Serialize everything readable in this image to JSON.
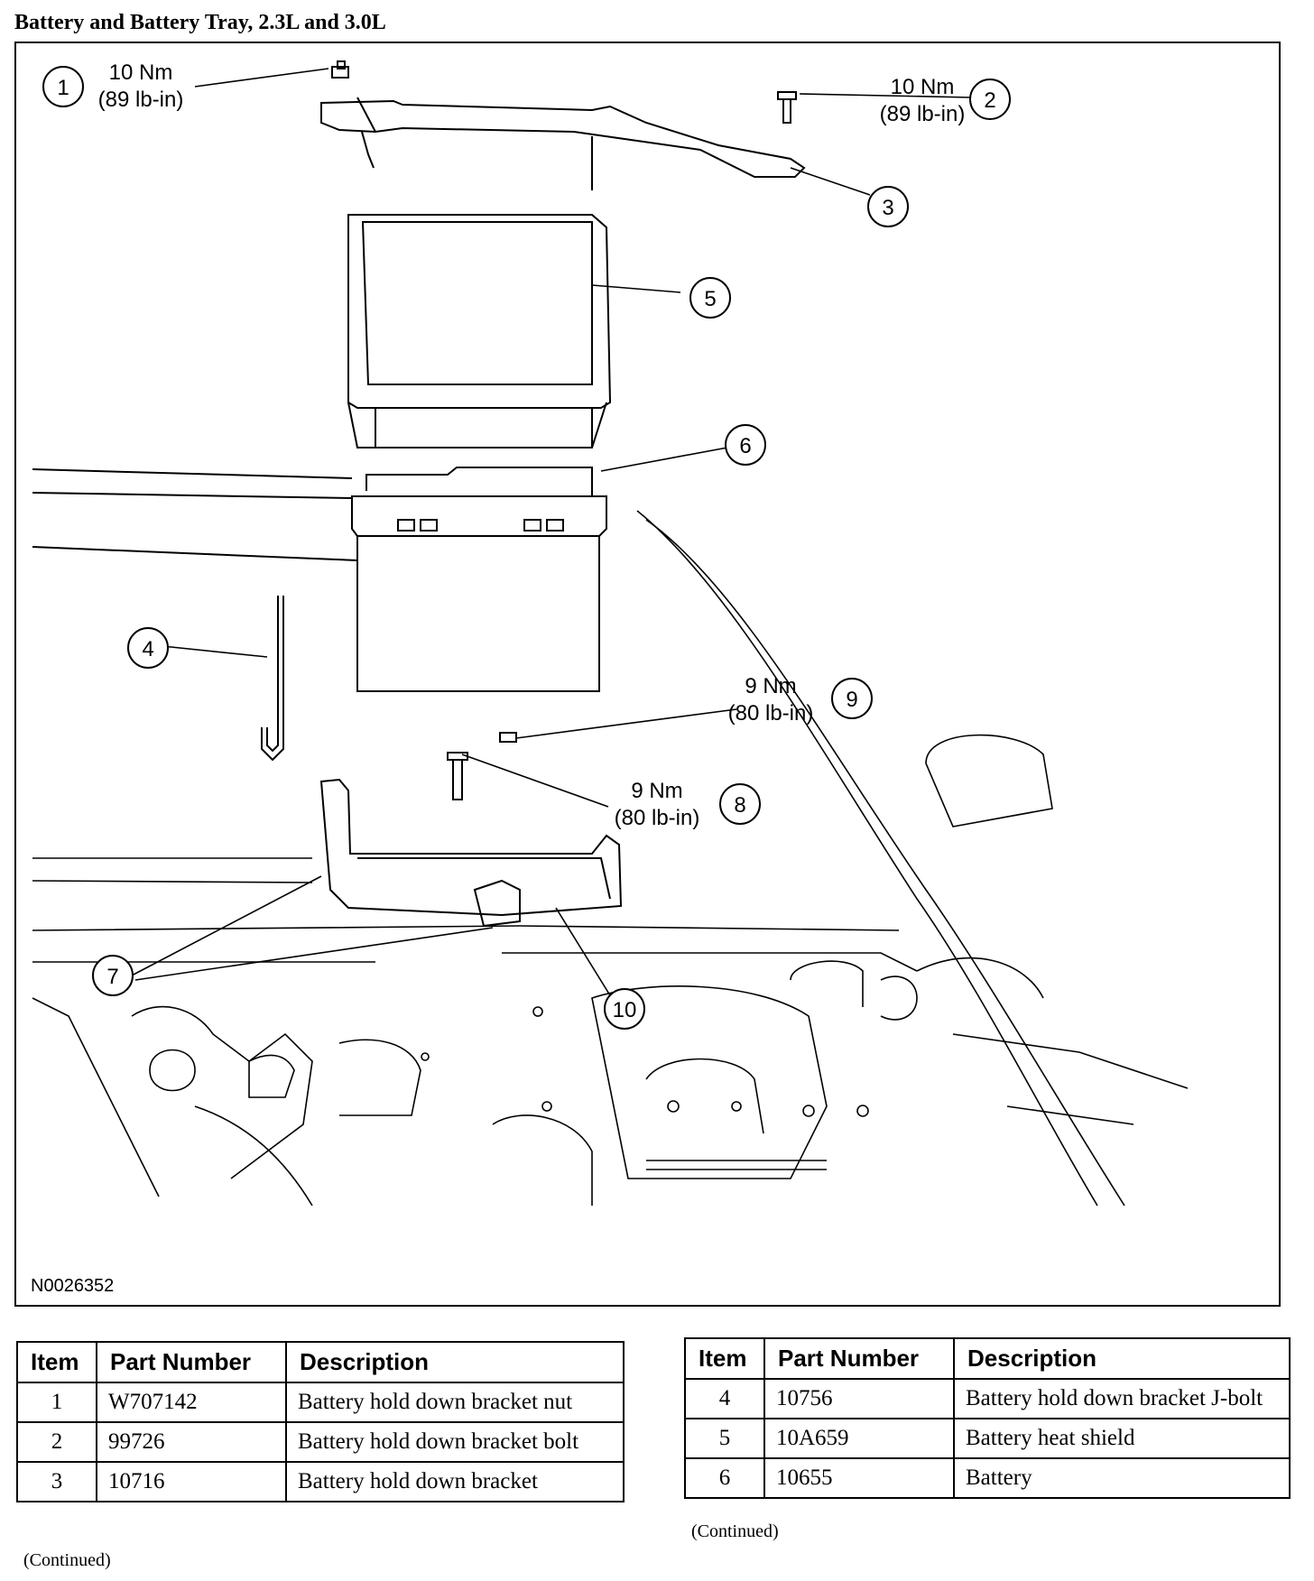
{
  "title": "Battery and Battery Tray, 2.3L and 3.0L",
  "figure_ref": "N0026352",
  "callouts": [
    {
      "num": "1",
      "torque_nm": "10 Nm",
      "torque_lbin": "(89 lb-in)"
    },
    {
      "num": "2",
      "torque_nm": "10 Nm",
      "torque_lbin": "(89 lb-in)"
    },
    {
      "num": "3"
    },
    {
      "num": "4"
    },
    {
      "num": "5"
    },
    {
      "num": "6"
    },
    {
      "num": "7"
    },
    {
      "num": "8",
      "torque_nm": "9 Nm",
      "torque_lbin": "(80 lb-in)"
    },
    {
      "num": "9",
      "torque_nm": "9 Nm",
      "torque_lbin": "(80 lb-in)"
    },
    {
      "num": "10"
    }
  ],
  "table_headers": {
    "item": "Item",
    "part_number": "Part Number",
    "description": "Description"
  },
  "table_left": [
    {
      "item": "1",
      "part": "W707142",
      "desc": "Battery hold down bracket nut"
    },
    {
      "item": "2",
      "part": "99726",
      "desc": "Battery hold down bracket bolt"
    },
    {
      "item": "3",
      "part": "10716",
      "desc": "Battery hold down bracket"
    }
  ],
  "table_right": [
    {
      "item": "4",
      "part": "10756",
      "desc": "Battery hold down bracket J-bolt"
    },
    {
      "item": "5",
      "part": "10A659",
      "desc": "Battery heat shield"
    },
    {
      "item": "6",
      "part": "10655",
      "desc": "Battery"
    }
  ],
  "continued": "(Continued)"
}
